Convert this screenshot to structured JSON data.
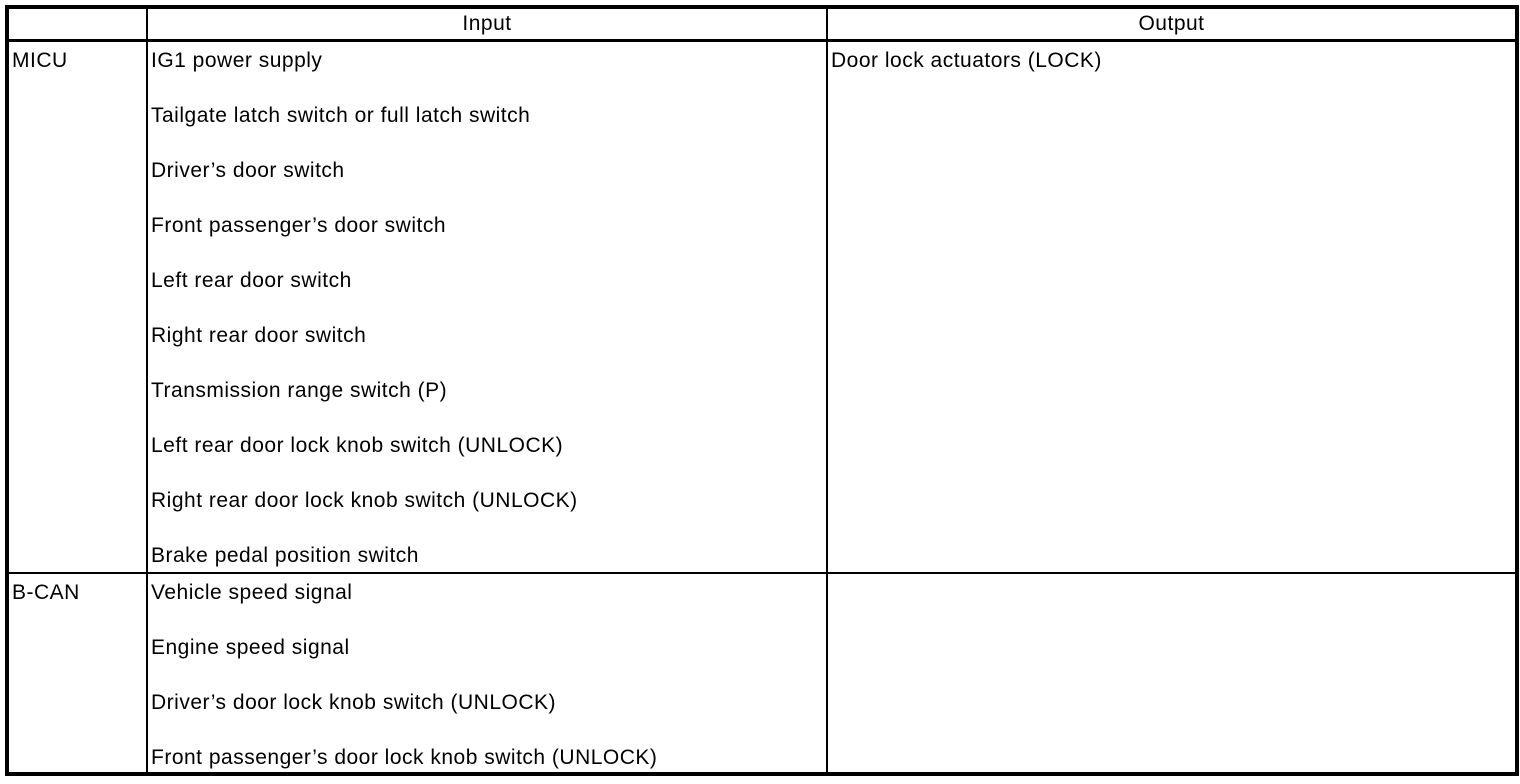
{
  "page": {
    "background_color": "#ffffff",
    "text_color": "#000000",
    "border_color": "#000000"
  },
  "table": {
    "header": {
      "source": "",
      "input": "Input",
      "output": "Output"
    },
    "rows": [
      {
        "source": "MICU",
        "inputs": [
          "IG1 power supply",
          "Tailgate latch switch or full latch switch",
          "Driver’s door switch",
          "Front passenger’s door switch",
          "Left rear door switch",
          "Right rear door switch",
          "Transmission range switch (P)",
          "Left rear door lock knob switch (UNLOCK)",
          "Right rear door lock knob switch (UNLOCK)",
          "Brake pedal position switch"
        ],
        "output": "Door lock actuators (LOCK)"
      },
      {
        "source": "B-CAN",
        "inputs": [
          "Vehicle speed signal",
          "Engine speed signal",
          "Driver’s door lock knob switch (UNLOCK)",
          "Front passenger’s door lock knob switch (UNLOCK)"
        ],
        "output": ""
      }
    ]
  }
}
